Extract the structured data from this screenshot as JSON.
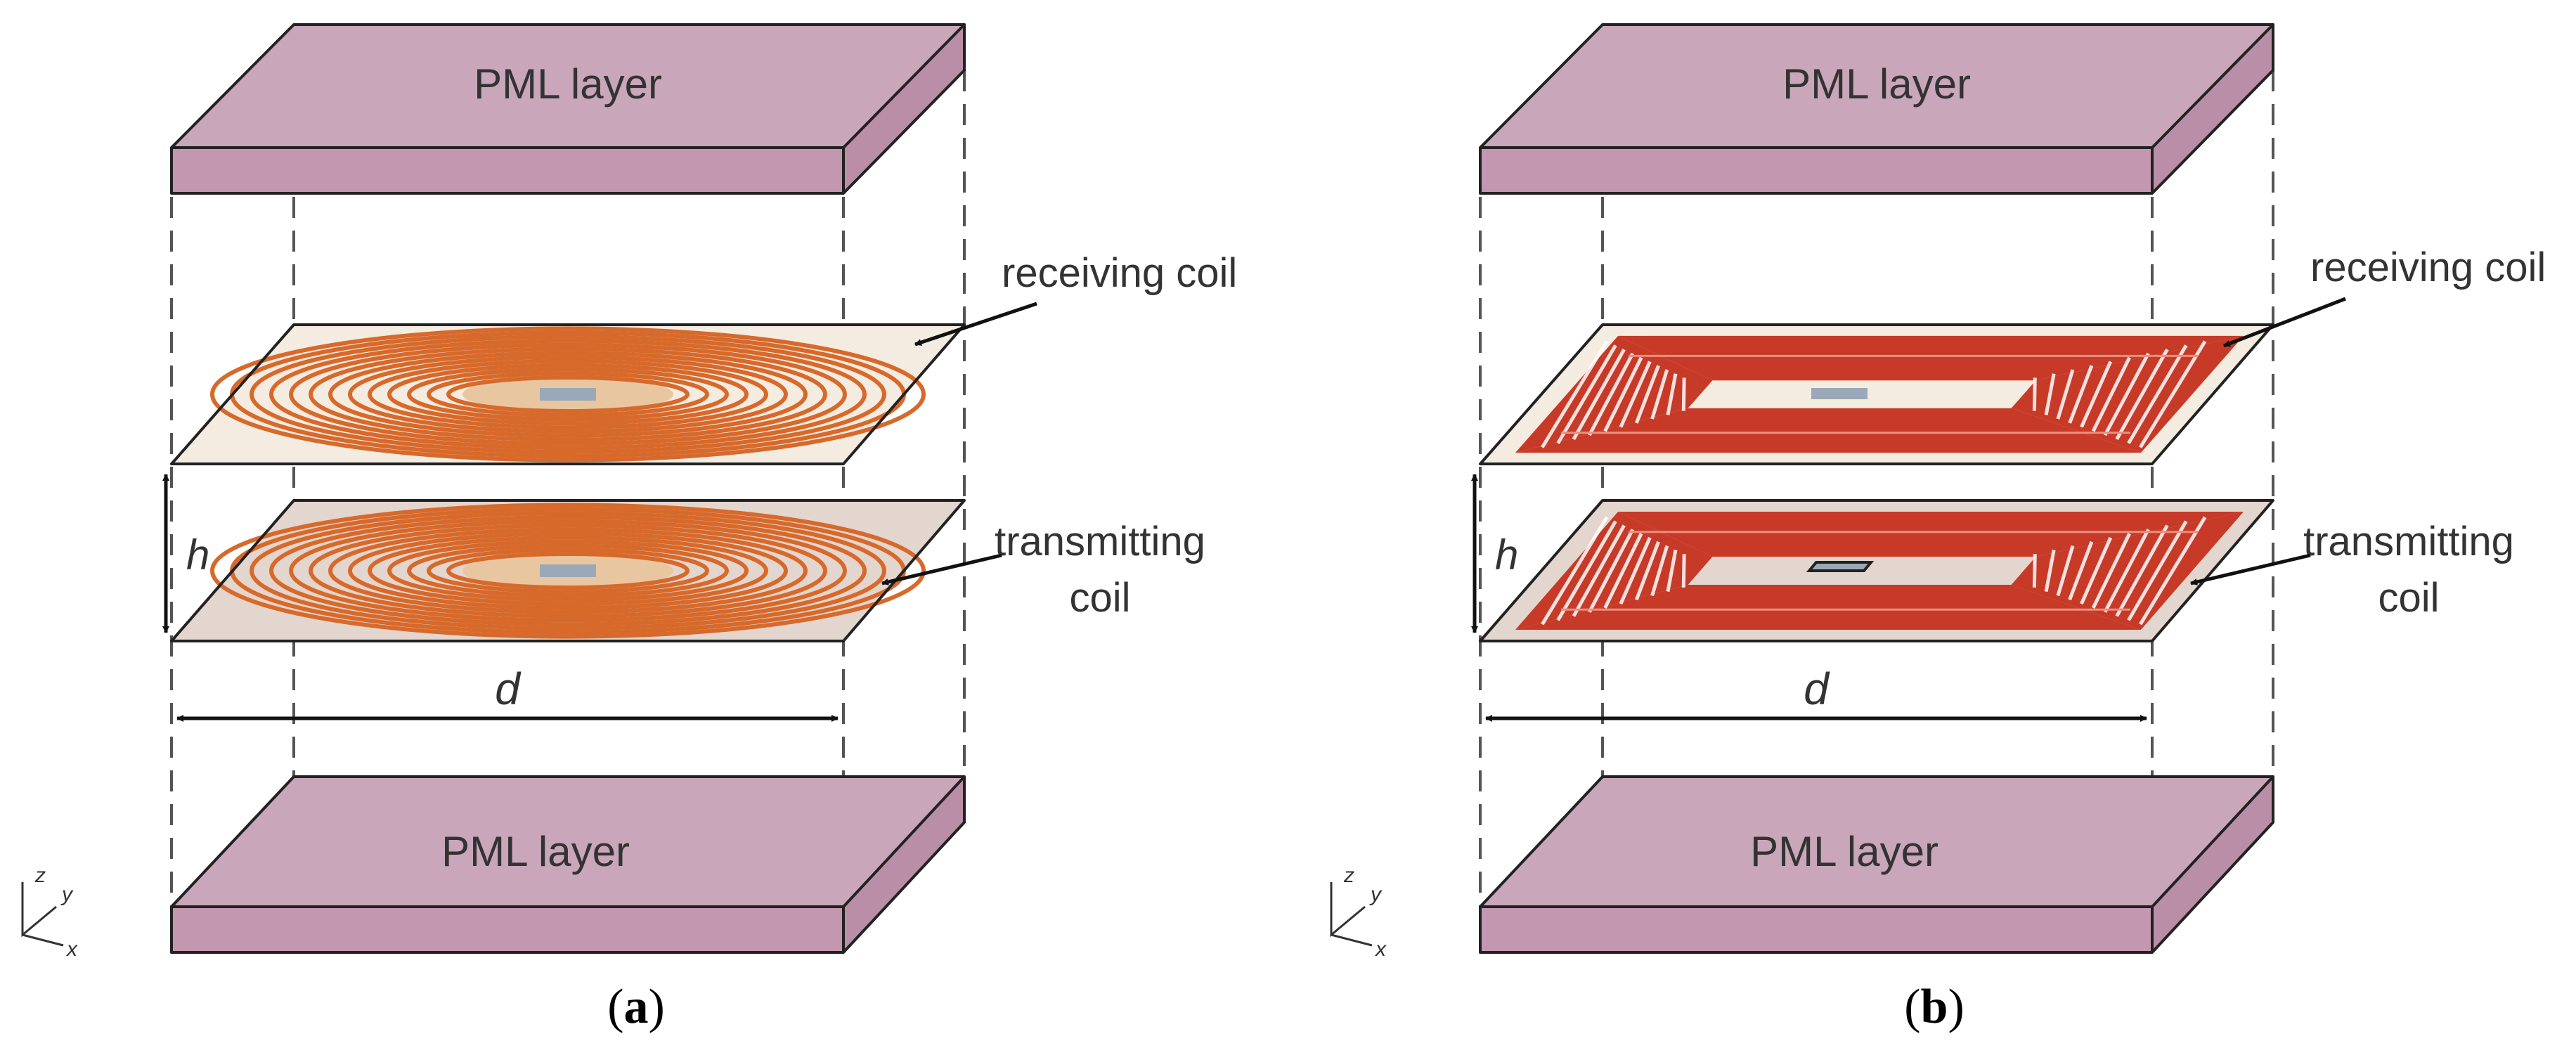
{
  "panels": [
    {
      "id": "a",
      "coil_shape": "circular",
      "labels": {
        "pml_top": "PML layer",
        "pml_bottom": "PML layer",
        "receiving": "receiving coil",
        "transmitting_line1": "transmitting",
        "transmitting_line2": "coil",
        "h": "h",
        "d": "d",
        "axis_z": "z",
        "axis_y": "y",
        "axis_x": "x",
        "caption_open": "(",
        "caption_letter": "a",
        "caption_close": ")"
      }
    },
    {
      "id": "b",
      "coil_shape": "rectangular",
      "labels": {
        "pml_top": "PML layer",
        "pml_bottom": "PML layer",
        "receiving": "receiving coil",
        "transmitting_line1": "transmitting",
        "transmitting_line2": "coil",
        "h": "h",
        "d": "d",
        "axis_z": "z",
        "axis_y": "y",
        "axis_x": "x",
        "caption_open": "(",
        "caption_letter": "b",
        "caption_close": ")"
      }
    }
  ],
  "colors": {
    "pml_top_face": "#c9a6ba",
    "pml_front_face": "#c497b1",
    "pml_side_face": "#bb8ea8",
    "receiving_board": "#f4ece1",
    "transmitting_board": "#e3d6ce",
    "circular_coil": "#d7692b",
    "rect_coil": "#c73a28",
    "coil_center_pad": "#e8c7a0",
    "center_marker": "#9aa8b8",
    "outline": "#222222",
    "dashed_guide": "#555555"
  }
}
